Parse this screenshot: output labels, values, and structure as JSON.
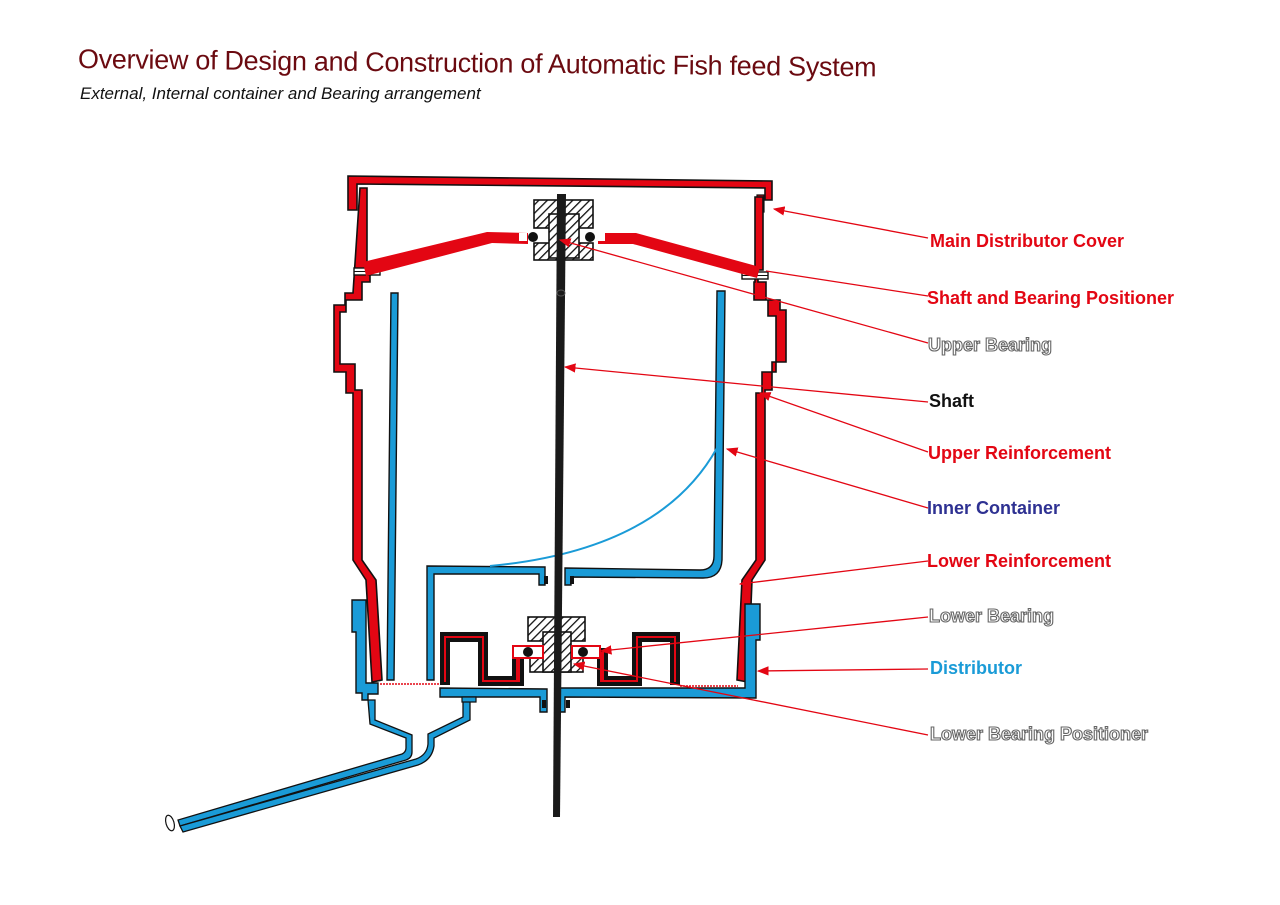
{
  "header": {
    "title": "Overview of Design and Construction of Automatic Fish feed System",
    "subtitle": "External, Internal container and Bearing arrangement"
  },
  "colors": {
    "title": "#6b0a10",
    "red_part": "#e30613",
    "blue_part": "#1a9bd7",
    "navy_label": "#2e3192",
    "shaft": "#1a1a1a",
    "outline_label": "#888888"
  },
  "labels": [
    {
      "id": "main-distributor-cover",
      "text": "Main Distributor Cover",
      "style": "red"
    },
    {
      "id": "shaft-and-bearing-positioner",
      "text": "Shaft and Bearing Positioner",
      "style": "red"
    },
    {
      "id": "upper-bearing",
      "text": "Upper Bearing",
      "style": "outline"
    },
    {
      "id": "shaft",
      "text": "Shaft",
      "style": "black"
    },
    {
      "id": "upper-reinforcement",
      "text": "Upper Reinforcement",
      "style": "red"
    },
    {
      "id": "inner-container",
      "text": "Inner Container",
      "style": "navy"
    },
    {
      "id": "lower-reinforcement",
      "text": "Lower Reinforcement",
      "style": "red"
    },
    {
      "id": "lower-bearing",
      "text": "Lower Bearing",
      "style": "outline"
    },
    {
      "id": "distributor",
      "text": "Distributor",
      "style": "blue"
    },
    {
      "id": "lower-bearing-positioner",
      "text": "Lower Bearing Positioner",
      "style": "outline"
    }
  ]
}
